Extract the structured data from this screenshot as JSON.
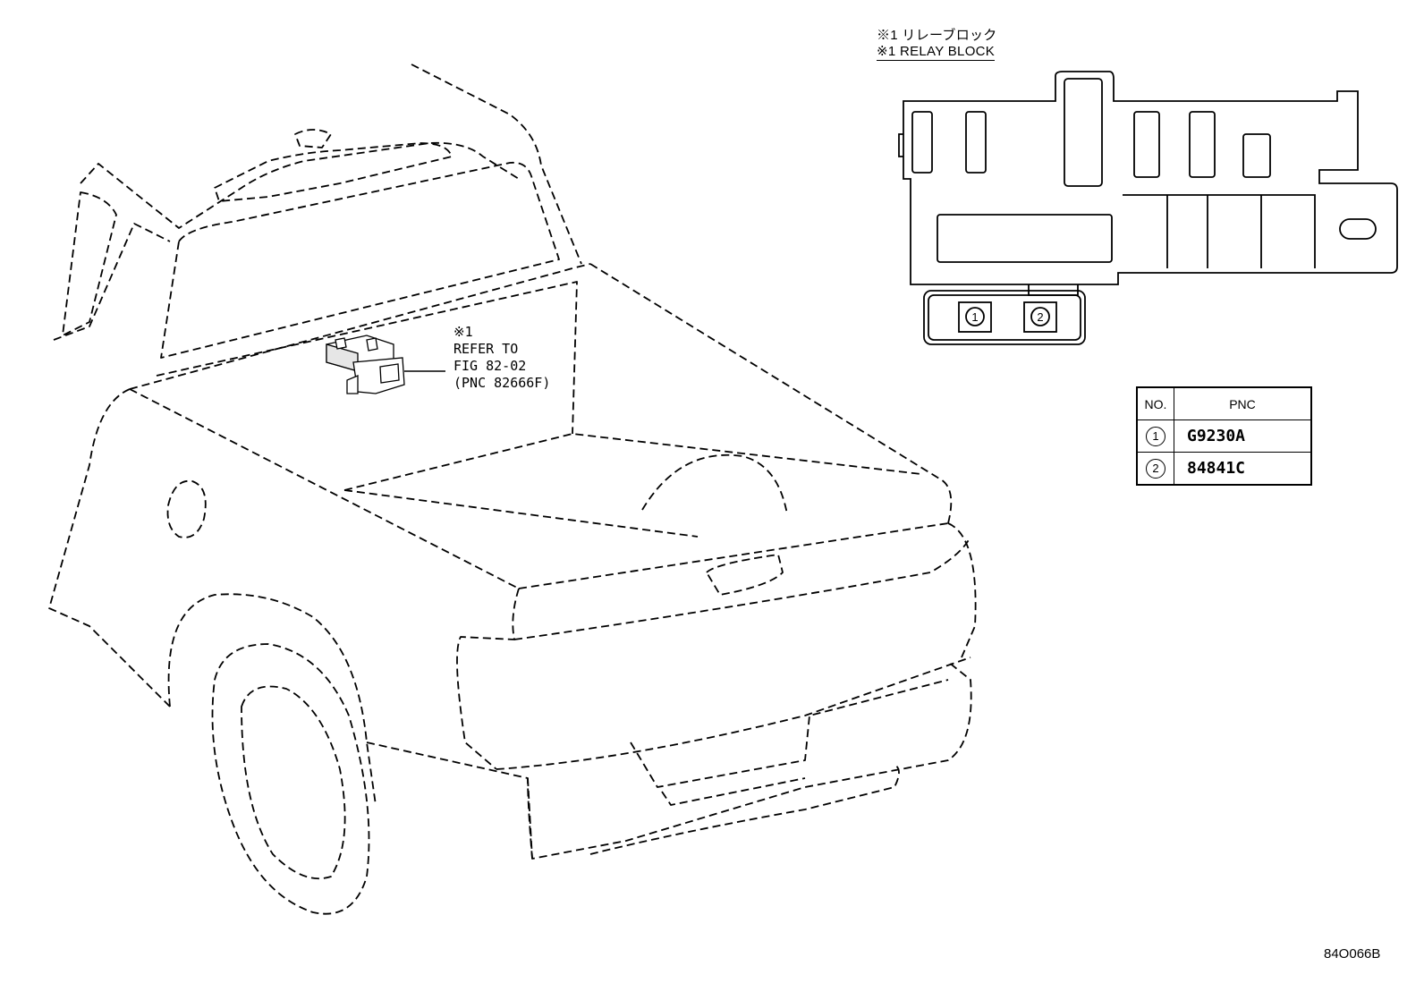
{
  "relay_block": {
    "title_ja": "※1 リレーブロック",
    "title_en": "※1 RELAY BLOCK",
    "connectors": [
      "1",
      "2"
    ]
  },
  "callout": {
    "ref": "※1",
    "line1": "REFER TO",
    "line2": "FIG 82-02",
    "line3": "(PNC 82666F)"
  },
  "table": {
    "header_no": "NO.",
    "header_pnc": "PNC",
    "rows": [
      {
        "no": "1",
        "pnc": "G9230A"
      },
      {
        "no": "2",
        "pnc": "84841C"
      }
    ]
  },
  "figure_id": "84O066B"
}
